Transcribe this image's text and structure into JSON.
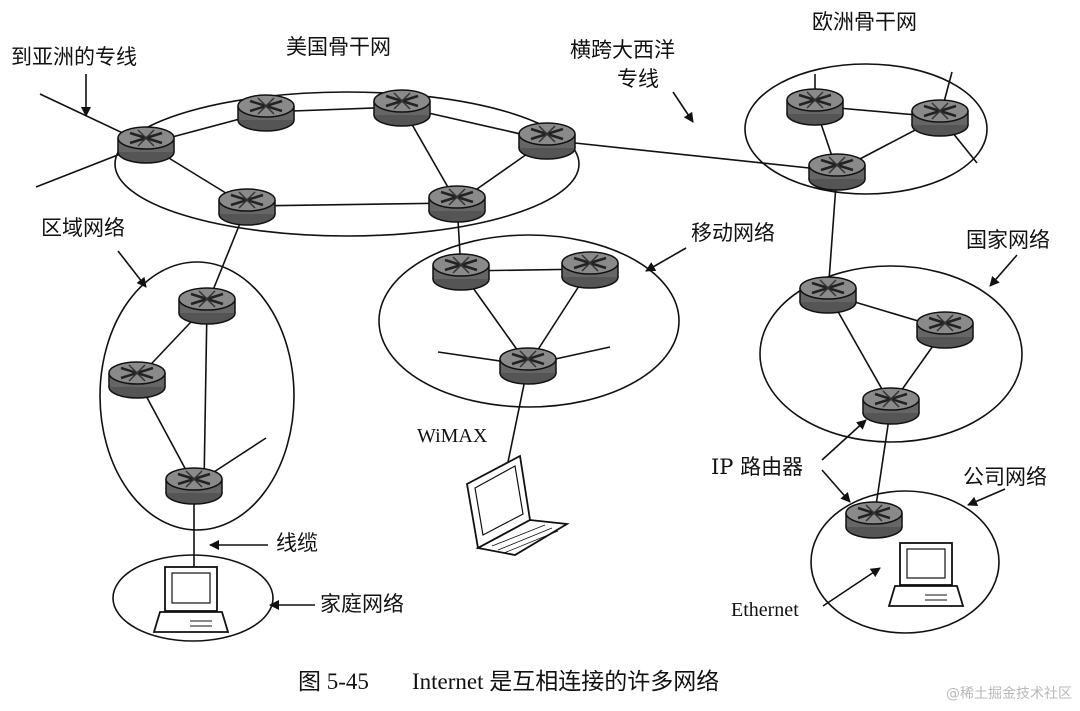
{
  "labels": {
    "asia_line": "到亚洲的专线",
    "us_backbone": "美国骨干网",
    "transatlantic_line1": "横跨大西洋",
    "transatlantic_line2": "专线",
    "europe_backbone": "欧洲骨干网",
    "regional_network": "区域网络",
    "mobile_network": "移动网络",
    "national_network": "国家网络",
    "wimax": "WiMAX",
    "ip_router": "IP 路由器",
    "company_network": "公司网络",
    "cable": "线缆",
    "home_network": "家庭网络",
    "ethernet": "Ethernet"
  },
  "caption": {
    "figure_number": "图 5-45",
    "text": "Internet 是互相连接的许多网络"
  },
  "watermark": "@稀土掘金技术社区",
  "icons": [
    "router-icon",
    "laptop-icon",
    "desktop-computer-icon",
    "arrow-icon"
  ],
  "colors": {
    "ink": "#111111",
    "router_fill": "#7a7a7a",
    "background": "#ffffff"
  }
}
